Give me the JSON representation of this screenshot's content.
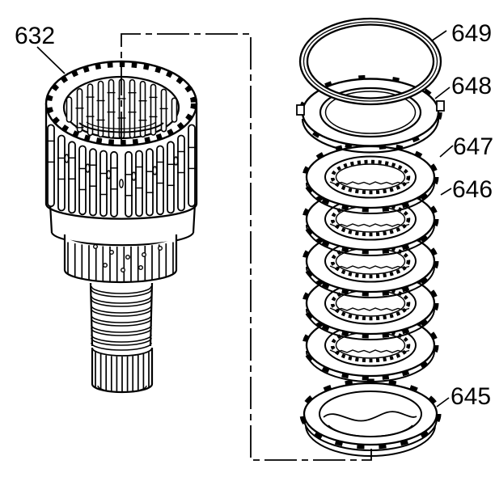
{
  "diagram": {
    "labels": {
      "p632": "632",
      "p649": "649",
      "p648": "648",
      "p647": "647",
      "p646": "646",
      "p645": "645"
    },
    "colors": {
      "line": "#000000",
      "background": "#ffffff"
    }
  }
}
